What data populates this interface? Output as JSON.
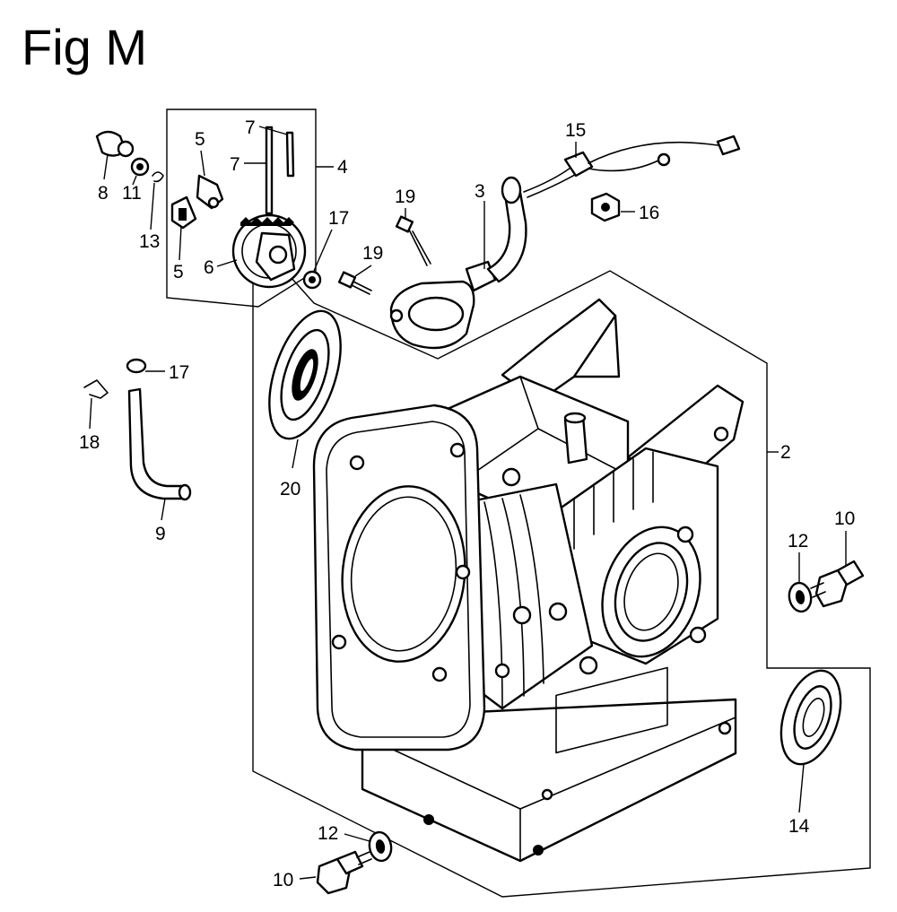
{
  "figure": {
    "title": "Fig M"
  },
  "callouts": [
    {
      "id": "c2",
      "label": "2"
    },
    {
      "id": "c3",
      "label": "3"
    },
    {
      "id": "c4",
      "label": "4"
    },
    {
      "id": "c5a",
      "label": "5"
    },
    {
      "id": "c5b",
      "label": "5"
    },
    {
      "id": "c6",
      "label": "6"
    },
    {
      "id": "c7a",
      "label": "7"
    },
    {
      "id": "c7b",
      "label": "7"
    },
    {
      "id": "c8",
      "label": "8"
    },
    {
      "id": "c9",
      "label": "9"
    },
    {
      "id": "c10a",
      "label": "10"
    },
    {
      "id": "c10b",
      "label": "10"
    },
    {
      "id": "c11",
      "label": "11"
    },
    {
      "id": "c12a",
      "label": "12"
    },
    {
      "id": "c12b",
      "label": "12"
    },
    {
      "id": "c13",
      "label": "13"
    },
    {
      "id": "c14",
      "label": "14"
    },
    {
      "id": "c15",
      "label": "15"
    },
    {
      "id": "c16",
      "label": "16"
    },
    {
      "id": "c17a",
      "label": "17"
    },
    {
      "id": "c17b",
      "label": "17"
    },
    {
      "id": "c18",
      "label": "18"
    },
    {
      "id": "c19a",
      "label": "19"
    },
    {
      "id": "c19b",
      "label": "19"
    },
    {
      "id": "c20",
      "label": "20"
    }
  ]
}
